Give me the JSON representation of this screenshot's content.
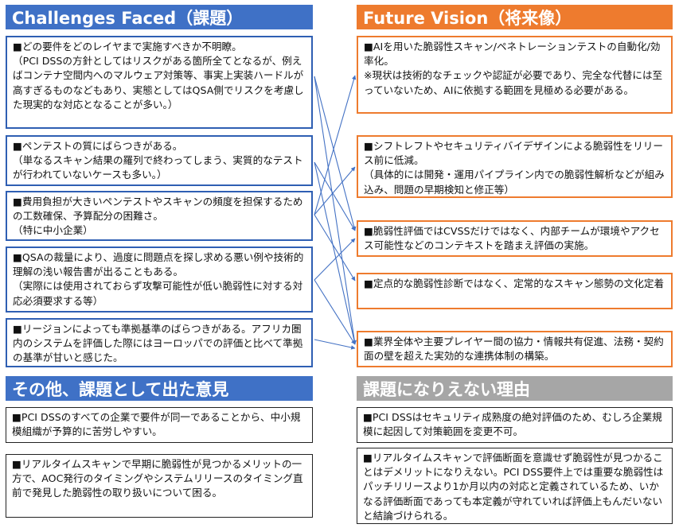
{
  "headers": {
    "challenges": "Challenges Faced（課題）",
    "future": "Future Vision（将来像）",
    "other": "その他、課題として出た意見",
    "not_issue": "課題になりえない理由"
  },
  "challenges": [
    "■どの要件をどのレイヤまで実施すべきか不明瞭。\n（PCI DSSの方針としてはリスクがある箇所全てとなるが、例えばコンテナ空間内へのマルウェア対策等、事実上実装ハードルが高すぎるものなどもあり、実態としてはQSA側でリスクを考慮した現実的な対応となることが多い。）",
    "■ペンテストの質にばらつきがある。\n（単なるスキャン結果の羅列で終わってしまう、実質的なテストが行われていないケースも多い。）",
    "■費用負担が大きいペンテストやスキャンの頻度を担保するための工数確保、予算配分の困難さ。\n（特に中小企業）",
    "■QSAの裁量により、過度に問題点を探し求める悪い例や技術的理解の浅い報告書が出ることもある。\n（実際には使用されておらず攻撃可能性が低い脆弱性に対する対応必須要求する等）",
    "■リージョンによっても準拠基準のばらつきがある。アフリカ圏内のシステムを評価した際にはヨーロッパでの評価と比べて準拠の基準が甘いと感じた。"
  ],
  "future": [
    "■AIを用いた脆弱性スキャン/ペネトレーションテストの自動化/効率化。\n※現状は技術的なチェックや認証が必要であり、完全な代替には至っていないため、AIに依拠する範囲を見極める必要がある。",
    "■シフトレフトやセキュリティバイデザインによる脆弱性をリリース前に低減。\n（具体的には開発・運用パイプライン内での脆弱性解析などが組み込み、問題の早期検知と修正等）",
    "■脆弱性評価ではCVSSだけではなく、内部チームが環境やアクセス可能性などのコンテキストを踏まえ評価の実施。",
    "■定点的な脆弱性診断ではなく、定常的なスキャン態勢の文化定着",
    "■業界全体や主要プレイヤー間の協力・情報共有促進、法務・契約面の壁を超えた実効的な連携体制の構築。"
  ],
  "other": [
    "■PCI DSSのすべての企業で要件が同一であることから、中小規模組織が予算的に苦労しやすい。",
    "■リアルタイムスキャンで早期に脆弱性が見つかるメリットの一方で、AOC発行のタイミングやシステムリリースのタイミング直前で発見した脆弱性の取り扱いについて困る。"
  ],
  "not_issue": [
    "■PCI DSSはセキュリティ成熟度の絶対評価のため、むしろ企業規模に起因して対策範囲を変更不可。",
    "■リアルタイムスキャンで評価断面を意識せず脆弱性が見つかることはデメリットになりえない。PCI DSS要件上では重要な脆弱性はパッチリリースより1か月以内の対応と定義されているため、いかなる評価断面であっても本定義が守れていれば評価上もんだいないと結論づけられる。"
  ],
  "colors": {
    "blue_header": "#3f71c6",
    "orange_header": "#ee7b2e",
    "gray_header": "#a6a6a6",
    "blue_border": "#2f5fb3",
    "orange_border": "#ee7b2e",
    "connector": "#4472c4"
  }
}
